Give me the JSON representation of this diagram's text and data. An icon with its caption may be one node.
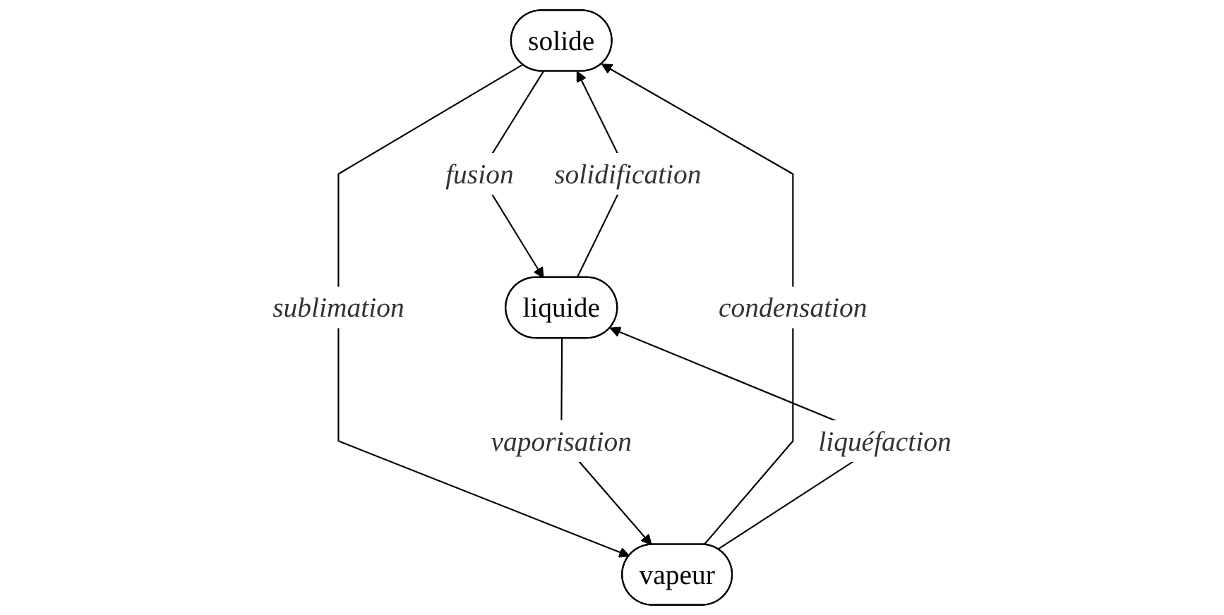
{
  "diagram": {
    "nodes": [
      {
        "text": [
          "solide"
        ]
      },
      {
        "text": [
          "liquide"
        ]
      },
      {
        "text": [
          "vapeur"
        ]
      }
    ],
    "edges": [
      {
        "from": 0,
        "to": 1,
        "arrow": "to",
        "label": "fusion"
      },
      {
        "from": 1,
        "to": 0,
        "arrow": "to",
        "label": "solidification"
      },
      {
        "from": 0,
        "to": 2,
        "arrow": "to",
        "label": "sublimation"
      },
      {
        "from": 2,
        "to": 0,
        "arrow": "to",
        "label": "condensation"
      },
      {
        "from": 1,
        "to": 2,
        "arrow": "to",
        "label": "vaporisation"
      },
      {
        "from": 2,
        "to": 1,
        "arrow": "to",
        "label": "liquéfaction"
      }
    ]
  }
}
